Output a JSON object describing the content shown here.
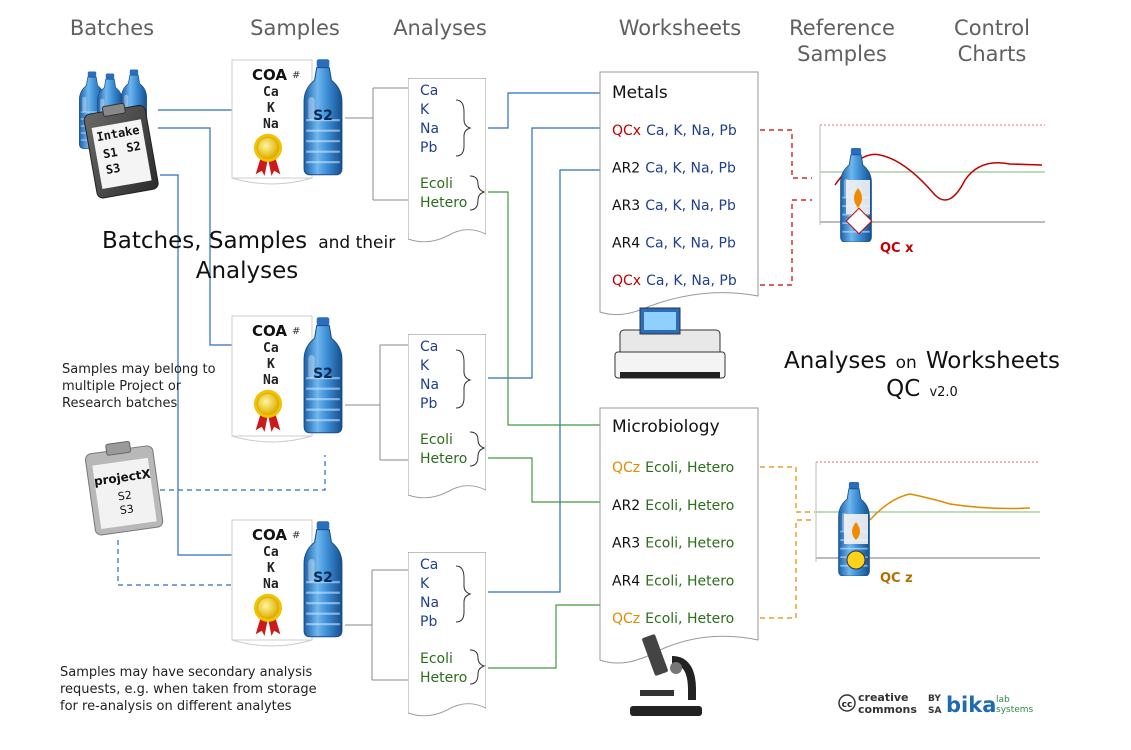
{
  "columns": {
    "batches": "Batches",
    "samples": "Samples",
    "analyses": "Analyses",
    "worksheets": "Worksheets",
    "reference_l1": "Reference",
    "reference_l2": "Samples",
    "control_l1": "Control",
    "control_l2": "Charts"
  },
  "colors": {
    "blue_line": "#2a6ebb",
    "green_line": "#3f9a3f",
    "analysis_blue": "#1f3f8f",
    "analysis_green": "#2a6e1a",
    "qc_red": "#c00000",
    "qc_orange": "#e08a00"
  },
  "intake": {
    "title": "Intake",
    "s1": "S1",
    "s2": "S2",
    "s3": "S3"
  },
  "project": {
    "title": "projectX",
    "s2": "S2",
    "s3": "S3"
  },
  "coa": {
    "title": "COA",
    "hash": "#",
    "ca": "Ca",
    "k": "K",
    "na": "Na",
    "bottle": "S2"
  },
  "analyses": {
    "set1": {
      "ca": "Ca",
      "k": "K",
      "na": "Na",
      "pb": "Pb",
      "ecoli": "Ecoli",
      "hetero": "Hetero"
    },
    "set2": {
      "ca": "Ca",
      "k": "K",
      "na": "Na",
      "pb": "Pb",
      "ecoli": "Ecoli",
      "hetero": "Hetero"
    },
    "set3": {
      "ca": "Ca",
      "k": "K",
      "na": "Na",
      "pb": "Pb",
      "ecoli": "Ecoli",
      "hetero": "Hetero"
    }
  },
  "heading": {
    "line1_big": "Batches, Samples",
    "line1_small": "and their",
    "line2": "Analyses"
  },
  "notes": {
    "multiple_l1": "Samples may belong to",
    "multiple_l2": "multiple Project or",
    "multiple_l3": "Research batches",
    "secondary_l1": "Samples may have secondary analysis",
    "secondary_l2": "requests, e.g. when taken from storage",
    "secondary_l3": "for re-analysis on different analytes"
  },
  "worksheet_metals": {
    "title": "Metals",
    "rows": [
      {
        "prefix": "QCx",
        "items": "Ca, K, Na, Pb"
      },
      {
        "prefix": "AR2",
        "items": "Ca, K, Na, Pb"
      },
      {
        "prefix": "AR3",
        "items": "Ca, K, Na, Pb"
      },
      {
        "prefix": "AR4",
        "items": "Ca, K, Na, Pb"
      },
      {
        "prefix": "QCx",
        "items": "Ca, K, Na, Pb"
      }
    ]
  },
  "worksheet_micro": {
    "title": "Microbiology",
    "rows": [
      {
        "prefix": "QCz",
        "items": "Ecoli, Hetero"
      },
      {
        "prefix": "AR2",
        "items": "Ecoli, Hetero"
      },
      {
        "prefix": "AR3",
        "items": "Ecoli, Hetero"
      },
      {
        "prefix": "AR4",
        "items": "Ecoli, Hetero"
      },
      {
        "prefix": "QCz",
        "items": "Ecoli, Hetero"
      }
    ]
  },
  "title_right": {
    "analyses": "Analyses",
    "on": "on",
    "worksheets": "Worksheets",
    "qc": "QC",
    "version": "v2.0"
  },
  "qc_labels": {
    "x": "QC x",
    "z": "QC z"
  },
  "footer": {
    "cc": "cc",
    "creative": "creative",
    "commons": "commons",
    "by": "BY",
    "sa": "SA",
    "bika": "bika",
    "lab": "lab",
    "systems": "systems"
  }
}
